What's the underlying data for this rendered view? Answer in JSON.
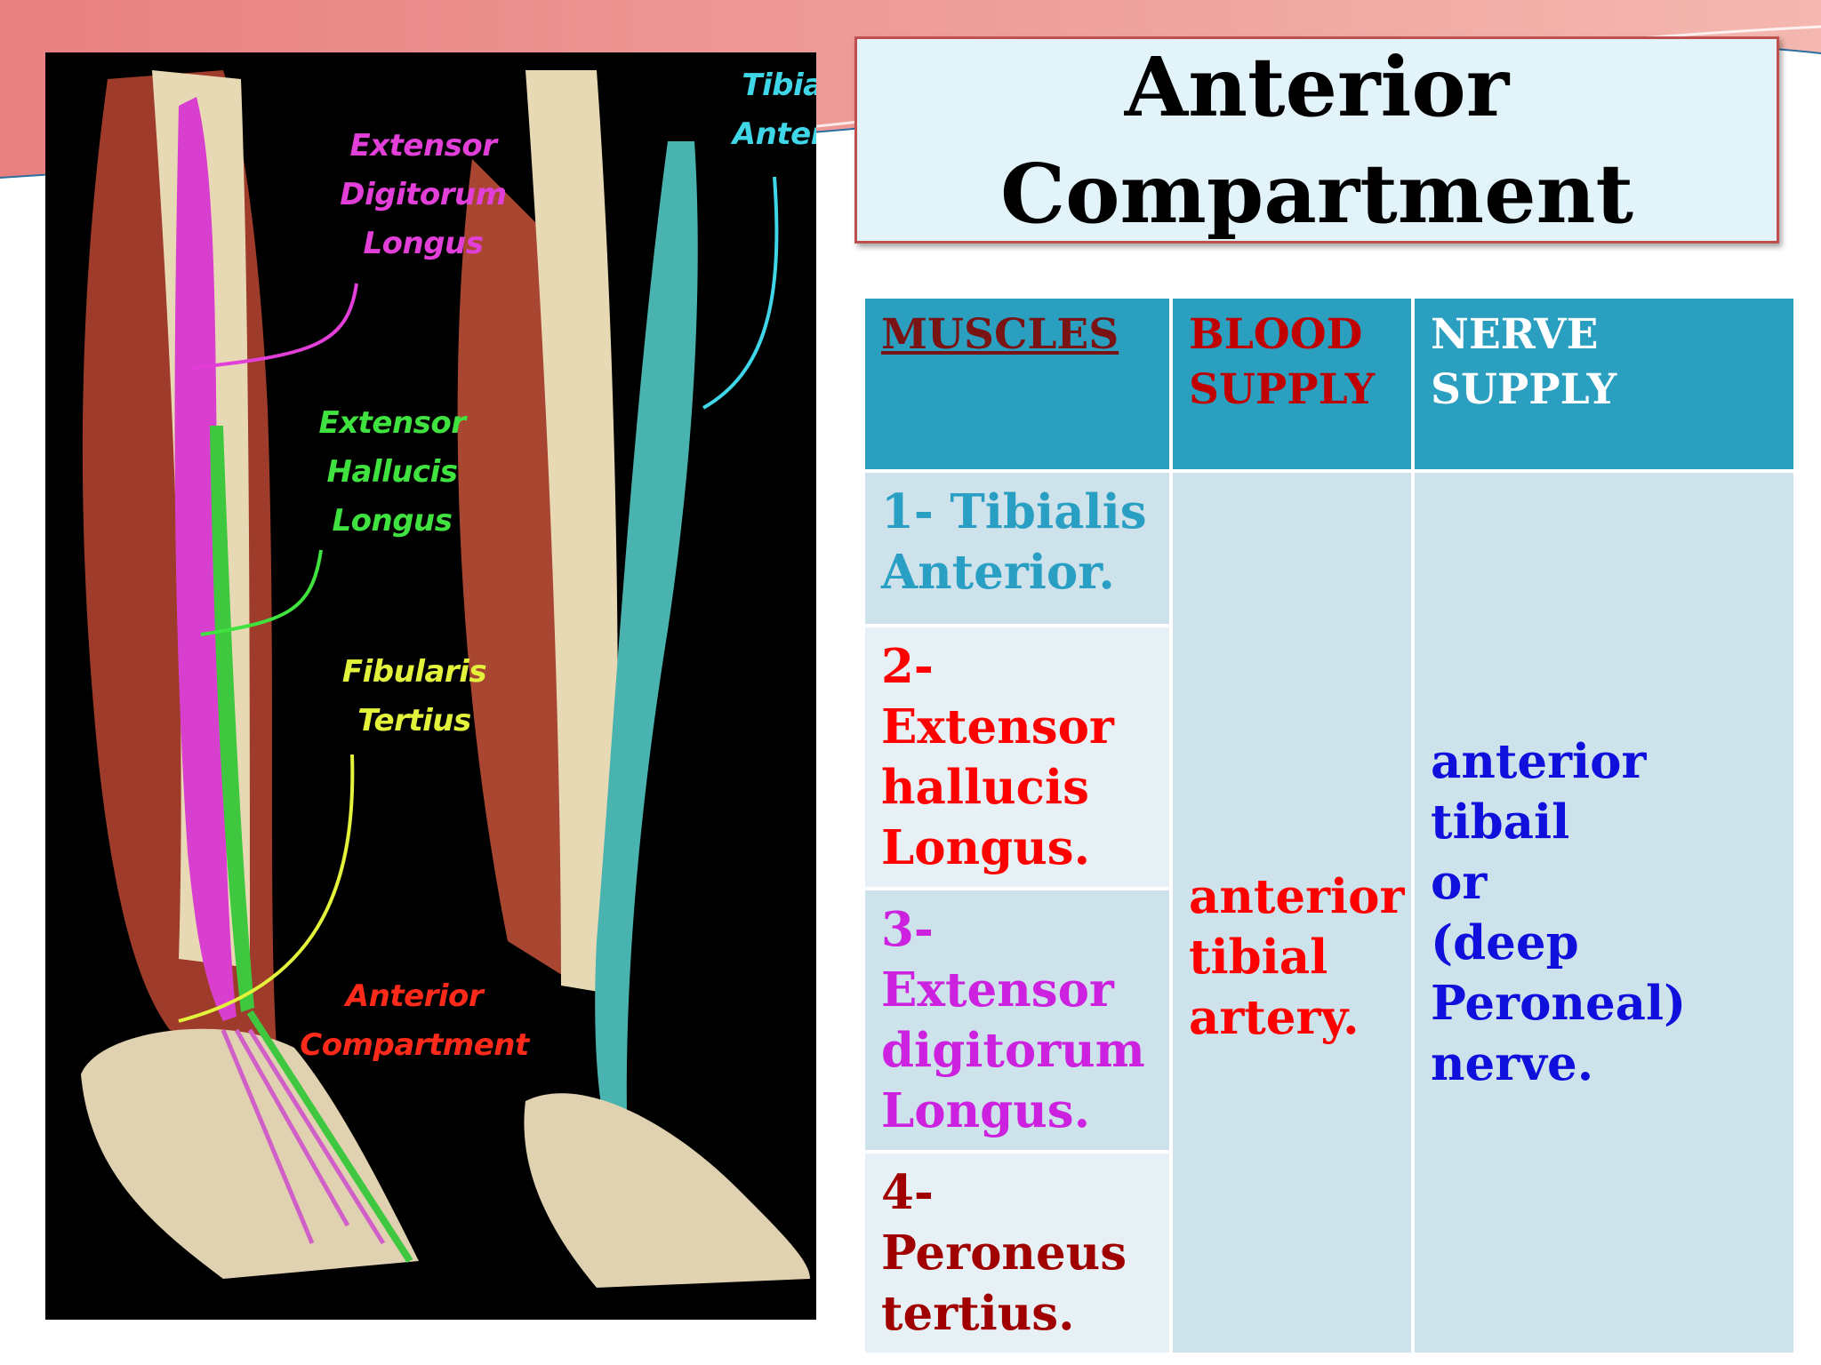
{
  "title": "Anterior\nCompartment",
  "figure": {
    "labels": {
      "edl": "Extensor\nDigitorum\nLongus",
      "ehl": "Extensor\nHallucis\nLongus",
      "ft": "Fibularis\nTertius",
      "ac": "Anterior\nCompartment",
      "ta": "Tibialis\nAnterior"
    },
    "colors": {
      "edl": "#e23fd8",
      "ehl": "#3fe23f",
      "ft": "#e3f23a",
      "ac": "#ff2a1a",
      "ta": "#3fd6e8"
    }
  },
  "table": {
    "headers": {
      "muscles": "MUSCLES",
      "blood": "BLOOD\nSUPPLY",
      "nerve": "NERVE\nSUPPLY"
    },
    "muscles": [
      "1- Tibialis\nAnterior.",
      "2-Extensor\nhallucis\nLongus.",
      "3-Extensor\ndigitorum\nLongus.",
      "4-Peroneus\ntertius."
    ],
    "blood_supply": "anterior\ntibial\nartery.",
    "nerve_supply": "anterior tibail\nor\n(deep\nPeroneal)\nnerve."
  },
  "colors": {
    "header_bg": "#2b9fbf",
    "row_dark": "#cde2ea",
    "row_light": "#e7f1f5",
    "title_bg": "#e2f3fa",
    "title_border": "#c0504d",
    "muscle1": "#2a9fc4",
    "muscle2": "#ff0000",
    "muscle3": "#cc22e0",
    "muscle4": "#a00000",
    "blood": "#ff0000",
    "nerve": "#1010dd"
  }
}
